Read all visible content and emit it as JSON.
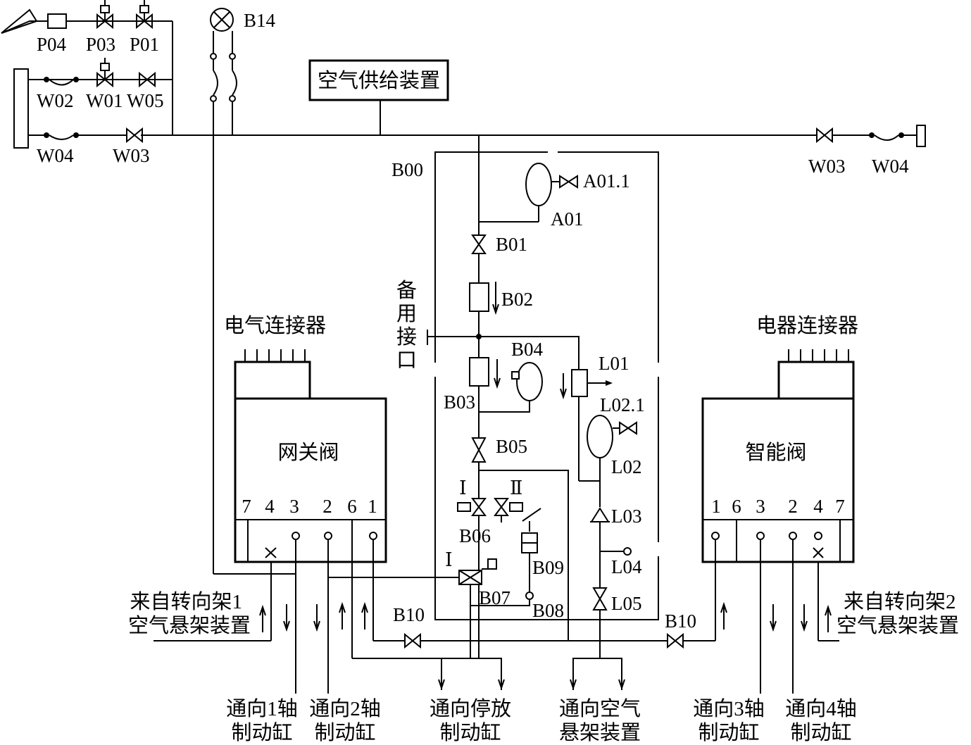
{
  "labels": {
    "p04": "P04",
    "p03": "P03",
    "p01": "P01",
    "w02": "W02",
    "w01": "W01",
    "w05": "W05",
    "w04_left": "W04",
    "w03_left": "W03",
    "w03_right": "W03",
    "w04_right": "W04",
    "b14": "B14",
    "air_supply": "空气供给装置",
    "b00": "B00",
    "a01_1": "A01.1",
    "a01": "A01",
    "b01": "B01",
    "b02": "B02",
    "b03": "B03",
    "b04": "B04",
    "b05": "B05",
    "b06": "B06",
    "b07": "B07",
    "b08": "B08",
    "b09": "B09",
    "b10_left": "B10",
    "b10_right": "B10",
    "l01": "L01",
    "l02_1": "L02.1",
    "l02": "L02",
    "l03": "L03",
    "l04": "L04",
    "l05": "L05",
    "roman_i_b06": "Ⅰ",
    "roman_ii_b06": "Ⅱ",
    "roman_i_b07": "Ⅰ",
    "spare_port": [
      "备",
      "用",
      "接",
      "口"
    ]
  },
  "gateway": {
    "connector": "电气连接器",
    "name": "网关阀",
    "pins": [
      "7",
      "4",
      "3",
      "2",
      "6",
      "1"
    ]
  },
  "smart": {
    "connector": "电器连接器",
    "name": "智能阀",
    "pins": [
      "1",
      "6",
      "3",
      "2",
      "4",
      "7"
    ]
  },
  "bottom": {
    "from_bogie1": [
      "来自转向架1",
      "空气悬架装置"
    ],
    "from_bogie2": [
      "来自转向架2",
      "空气悬架装置"
    ],
    "axle1": [
      "通向1轴",
      "制动缸"
    ],
    "axle2": [
      "通向2轴",
      "制动缸"
    ],
    "parking": [
      "通向停放",
      "制动缸"
    ],
    "air_susp": [
      "通向空气",
      "悬架装置"
    ],
    "axle3": [
      "通向3轴",
      "制动缸"
    ],
    "axle4": [
      "通向4轴",
      "制动缸"
    ]
  }
}
